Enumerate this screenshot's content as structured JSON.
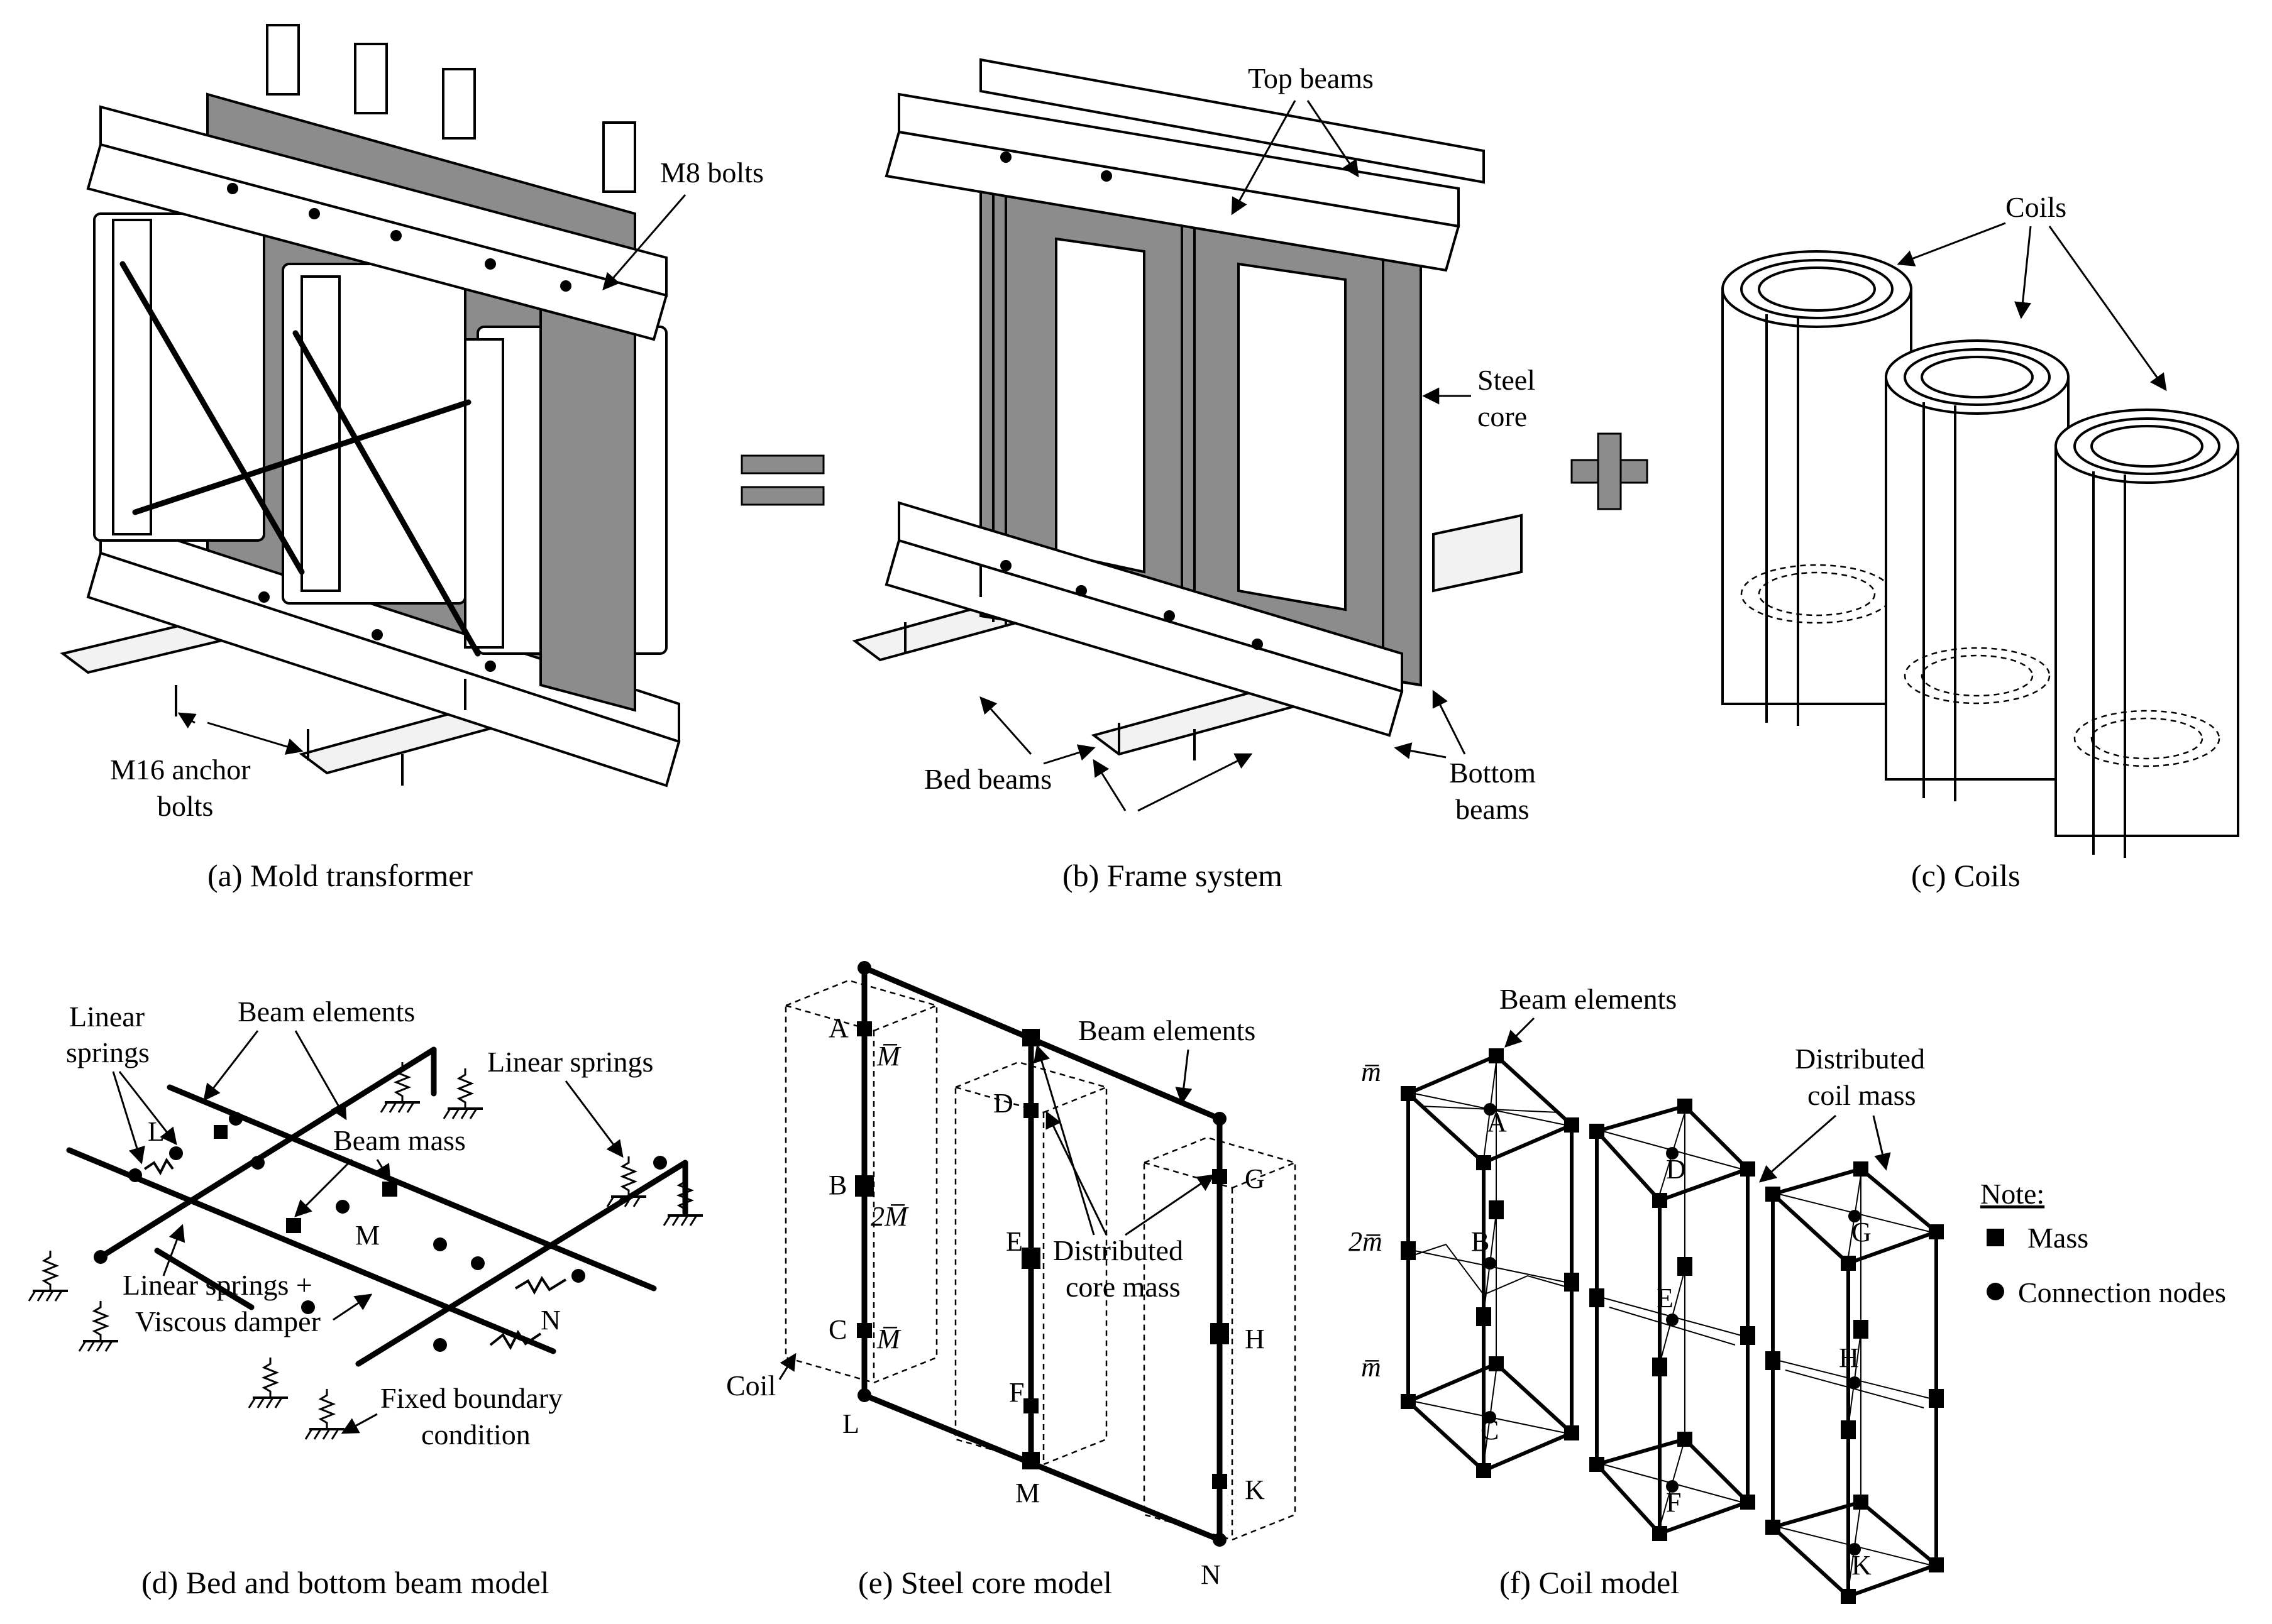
{
  "captions": {
    "a": "(a) Mold transformer",
    "b": "(b) Frame system",
    "c": "(c) Coils",
    "d": "(d) Bed and bottom beam model",
    "e": "(e) Steel core model",
    "f": "(f) Coil model"
  },
  "panel_a": {
    "m8_bolts": "M8 bolts",
    "anchor_line1": "M16 anchor",
    "anchor_line2": "bolts"
  },
  "operators": {
    "equals": "=",
    "plus": "+"
  },
  "panel_b": {
    "top_beams": "Top beams",
    "steel_core_line1": "Steel",
    "steel_core_line2": "core",
    "bed_beams": "Bed beams",
    "bottom_beams_line1": "Bottom",
    "bottom_beams_line2": "beams"
  },
  "panel_c": {
    "coils": "Coils"
  },
  "panel_d": {
    "linear_springs_left_line1": "Linear",
    "linear_springs_left_line2": "springs",
    "beam_elements": "Beam elements",
    "linear_springs_right": "Linear springs",
    "beam_mass": "Beam mass",
    "springs_damper_line1": "Linear springs +",
    "springs_damper_line2": "Viscous damper",
    "fixed_line1": "Fixed boundary",
    "fixed_line2": "condition",
    "node_L": "L",
    "node_M": "M",
    "node_N": "N"
  },
  "panel_e": {
    "beam_elements": "Beam elements",
    "distributed_line1": "Distributed",
    "distributed_line2": "core mass",
    "coil": "Coil",
    "mass_top": "M̅",
    "mass_mid": "2M̅",
    "mass_bot": "M̅",
    "nodes": [
      "A",
      "B",
      "C",
      "D",
      "E",
      "F",
      "G",
      "H",
      "K",
      "L",
      "M",
      "N"
    ]
  },
  "panel_f": {
    "beam_elements": "Beam elements",
    "distributed_line1": "Distributed",
    "distributed_line2": "coil mass",
    "mass_top": "m̅",
    "mass_mid": "2m̅",
    "mass_bot": "m̅",
    "nodes": [
      "A",
      "B",
      "C",
      "D",
      "E",
      "F",
      "G",
      "H",
      "K"
    ]
  },
  "note": {
    "title": "Note:",
    "mass": "Mass",
    "connection": "Connection nodes"
  }
}
